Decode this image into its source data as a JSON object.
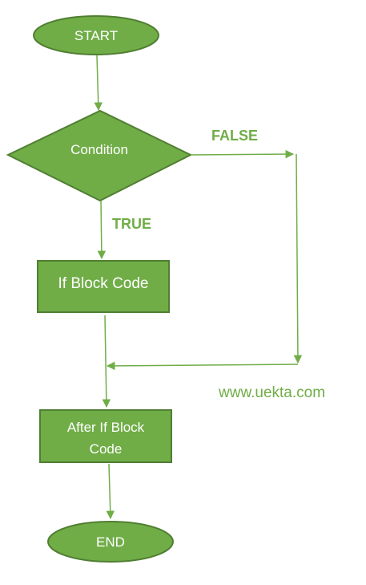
{
  "colors": {
    "shape_fill": "#70ad47",
    "shape_stroke": "#507e32",
    "connector": "#70ad47",
    "label_text": "#70ad47",
    "shape_text": "#ffffff"
  },
  "nodes": {
    "start": "START",
    "condition": "Condition",
    "if_block": "If Block Code",
    "after_block_line1": "After If Block",
    "after_block_line2": "Code",
    "end": "END"
  },
  "edge_labels": {
    "false": "FALSE",
    "true": "TRUE"
  },
  "watermark": "www.uekta.com"
}
